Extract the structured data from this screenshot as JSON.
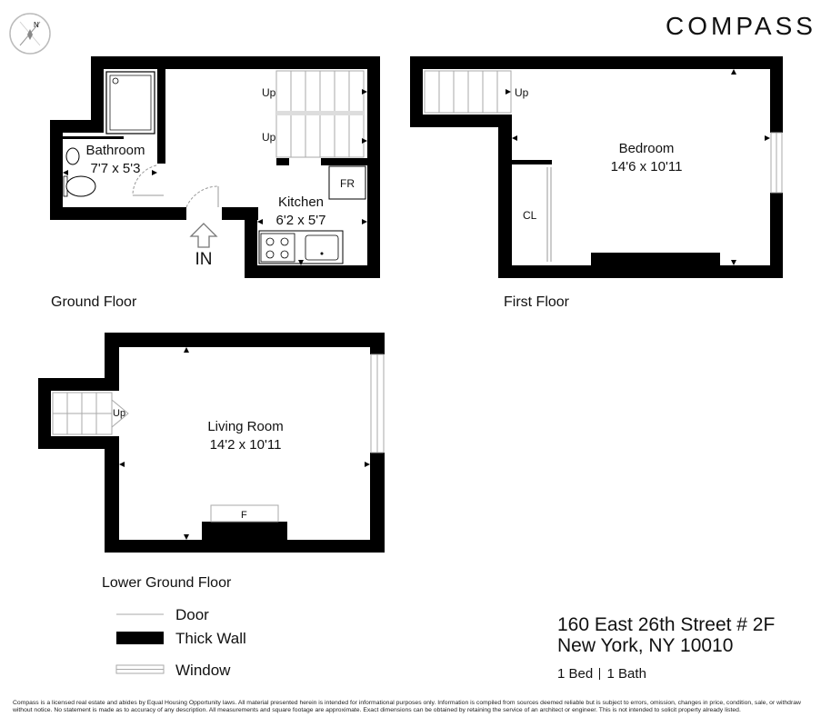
{
  "brand": {
    "logo_text": "COMPASS"
  },
  "compass_rose": {
    "north_label": "N"
  },
  "floors": {
    "ground": {
      "label": "Ground Floor",
      "rooms": [
        {
          "name": "Bathroom",
          "size": "7'7 x 5'3"
        },
        {
          "name": "Kitchen",
          "size": "6'2 x 5'7"
        }
      ],
      "fridge_label": "FR",
      "stair_labels": [
        "Up",
        "Up"
      ],
      "entry_label": "IN"
    },
    "first": {
      "label": "First Floor",
      "rooms": [
        {
          "name": "Bedroom",
          "size": "14'6 x 10'11"
        }
      ],
      "closet_label": "CL",
      "stair_label": "Up"
    },
    "lower_ground": {
      "label": "Lower Ground Floor",
      "rooms": [
        {
          "name": "Living Room",
          "size": "14'2 x 10'11"
        }
      ],
      "fireplace_label": "F",
      "stair_label": "Up"
    }
  },
  "legend": {
    "items": [
      {
        "label": "Door",
        "symbol": "thin-line"
      },
      {
        "label": "Thick Wall",
        "symbol": "black-bar"
      },
      {
        "label": "Window",
        "symbol": "double-line"
      }
    ]
  },
  "listing": {
    "address_line1": "160 East 26th Street # 2F",
    "address_line2": "New York, NY 10010",
    "beds": "1 Bed",
    "baths": "1 Bath"
  },
  "disclaimer": "Compass is a licensed real estate and abides by Equal Housing Opportunity laws. All material presented herein is intended for informational purposes only. Information is compiled from sources deemed reliable but is subject to errors, omission, changes in price, condition, sale, or withdraw without notice. No statement is made as to accuracy of any description. All measurements and square footage are approximate. Exact dimensions can be obtained by retaining the service of an architect or engineer. This is not intended to solicit property already listed."
}
